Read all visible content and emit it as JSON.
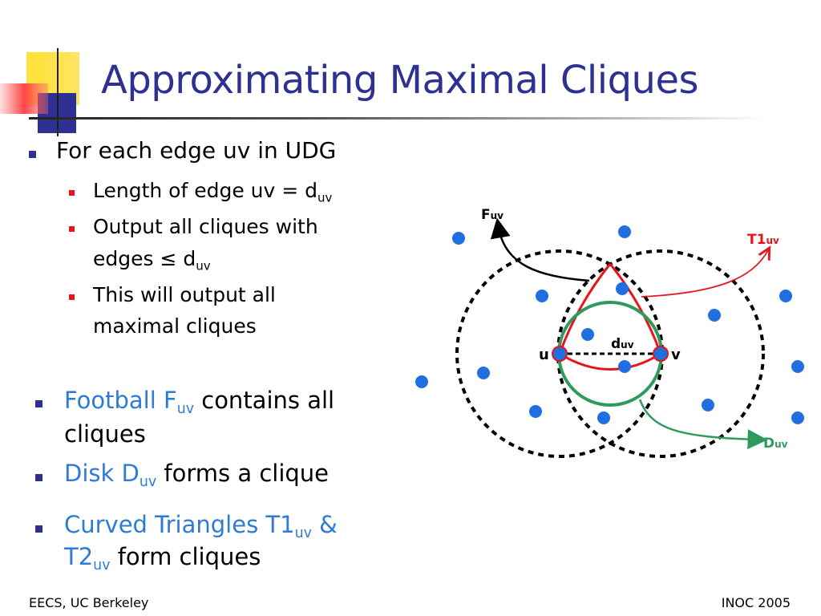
{
  "title": "Approximating Maximal Cliques",
  "bullets": {
    "b1": "For each edge uv in UDG",
    "b1_1": "Length of edge uv = d",
    "b1_1_sub": "uv",
    "b1_2_line1": "Output all cliques with",
    "b1_2_line2": "edges ≤ d",
    "b1_2_sub": "uv",
    "b1_3_line1": "This will output all",
    "b1_3_line2": "maximal cliques",
    "b2_colored": "Football F",
    "b2_sub": "uv",
    "b2_rest": " contains all",
    "b2_line2": "cliques",
    "b3_colored": "Disk D",
    "b3_sub": "uv",
    "b3_rest": " forms a clique",
    "b4_colored": "Curved Triangles T1",
    "b4_sub1": "uv",
    "b4_amp": " &",
    "b4_colored2": "T2",
    "b4_sub2": "uv",
    "b4_rest": " form cliques"
  },
  "diagram": {
    "label_F": "F",
    "label_F_sub": "uv",
    "label_T1": "T1",
    "label_T1_sub": "uv",
    "label_D": "D",
    "label_D_sub": "uv",
    "label_d": "d",
    "label_d_sub": "uv",
    "label_u": "u",
    "label_v": "v"
  },
  "colors": {
    "title": "#2e3192",
    "accent_blue": "#2e7bd6",
    "dot": "#1f6fe0",
    "red": "#e8141b",
    "green": "#2e9a5c"
  },
  "footer": {
    "left": "EECS, UC Berkeley",
    "right": "INOC 2005"
  }
}
